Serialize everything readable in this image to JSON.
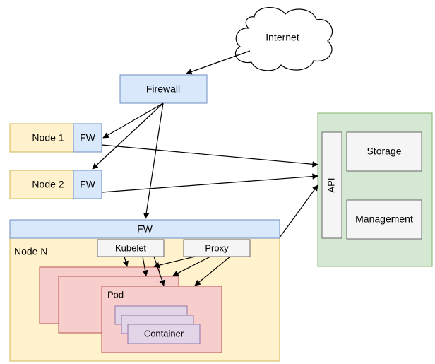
{
  "internet": {
    "label": "Internet"
  },
  "firewall": {
    "label": "Firewall"
  },
  "node1": {
    "label": "Node 1",
    "fw": "FW"
  },
  "node2": {
    "label": "Node 2",
    "fw": "FW"
  },
  "nodeN": {
    "label": "Node N",
    "fw": "FW",
    "kubelet": "Kubelet",
    "proxy": "Proxy",
    "pod": "Pod",
    "container": "Container"
  },
  "cluster": {
    "api": "API",
    "storage": "Storage",
    "management": "Management"
  },
  "colors": {
    "node_fill": "#fff2cc",
    "node_stroke": "#d6b656",
    "fw_fill": "#dae8fc",
    "fw_stroke": "#6c8ebf",
    "pod_fill": "#f8cecc",
    "pod_stroke": "#b85450",
    "container_fill": "#e1d5e7",
    "container_stroke": "#9673a6",
    "gray_fill": "#f5f5f5",
    "gray_stroke": "#666666",
    "panel_fill": "#d5e8d4",
    "panel_stroke": "#82b366"
  }
}
